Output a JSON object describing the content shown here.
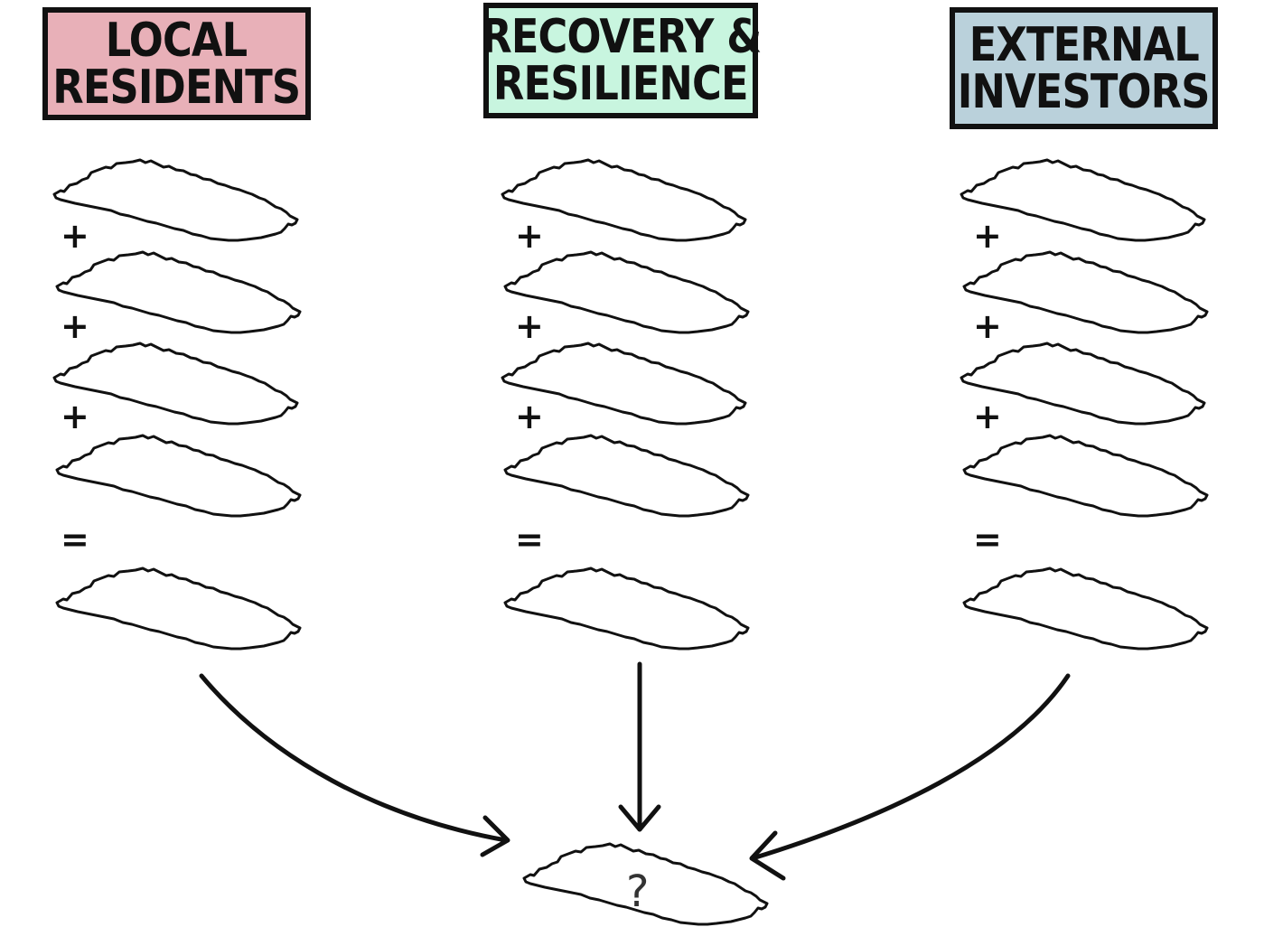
{
  "columns": [
    {
      "id": "left",
      "title_line1": "LOCAL",
      "title_line2": "RESIDENTS",
      "color": "#e8b0b8",
      "operators": [
        "+",
        "+",
        "+",
        "="
      ],
      "blank_count": 5
    },
    {
      "id": "center",
      "title_line1": "RECOVERY &",
      "title_line2": "RESILIENCE",
      "color": "#c8f5df",
      "operators": [
        "+",
        "+",
        "+",
        "="
      ],
      "blank_count": 5
    },
    {
      "id": "right",
      "title_line1": "EXTERNAL",
      "title_line2": "INVESTORS",
      "color": "#bad1db",
      "operators": [
        "+",
        "+",
        "+",
        "="
      ],
      "blank_count": 5
    }
  ],
  "result": {
    "label": "?"
  }
}
